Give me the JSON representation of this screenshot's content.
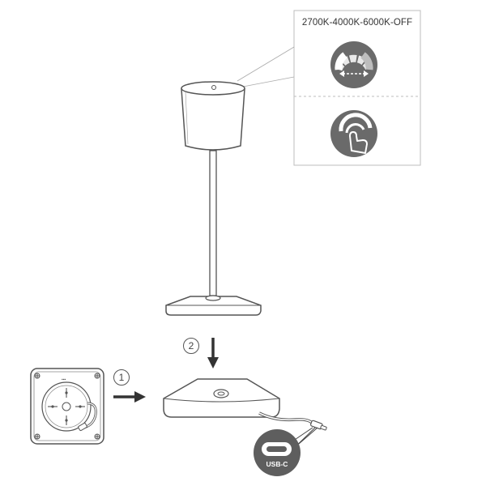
{
  "inset": {
    "title": "2700K-4000K-6000K-OFF",
    "icons": [
      "color-temperature-cycle-icon",
      "touch-dimming-icon"
    ]
  },
  "steps": {
    "step1": "1",
    "step2": "2"
  },
  "usb": {
    "label": "USB-C"
  },
  "colors": {
    "line": "#555555",
    "icon_bg": "#6a6a6a",
    "icon_fg": "#ffffff",
    "arrow": "#333333",
    "inset_border": "#bdbdbd"
  }
}
